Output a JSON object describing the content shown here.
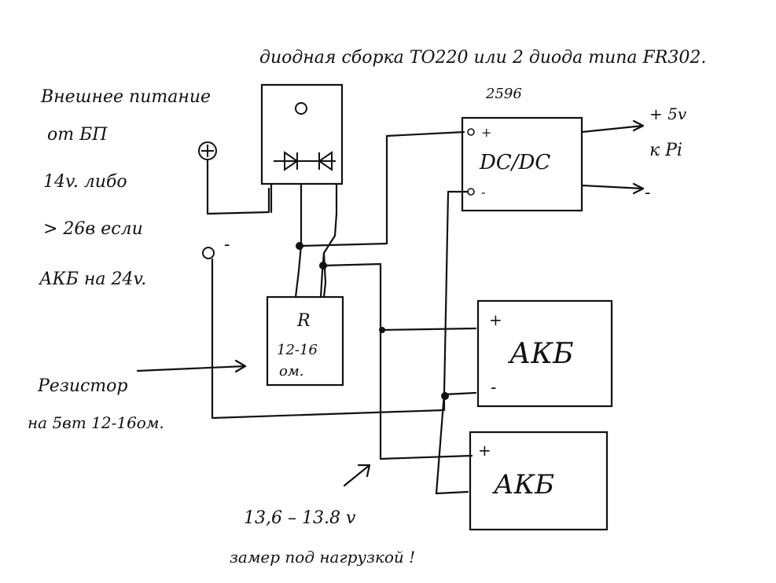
{
  "header_note": "диодная сборка TO220 или 2 диода типа FR302.",
  "power_note": {
    "lines": [
      "Внешнее питание",
      "от БП",
      "14v. либо",
      "> 26в если",
      "АКБ на 24v."
    ]
  },
  "terminals": {
    "plus_symbol": "⊕",
    "minus_symbol": "-"
  },
  "converter": {
    "chip_label": "2596",
    "label": "DC/DC",
    "in_plus": "+",
    "in_minus": "-",
    "out_plus_text": "+ 5v",
    "out_to_text": "к Pi",
    "out_minus_text": "-"
  },
  "resistor": {
    "label": "R",
    "value": "12-16",
    "unit": "ом."
  },
  "resistor_note": {
    "line1": "Резистор",
    "line2": "на 5вт 12-16ом."
  },
  "battery1": {
    "label": "АКБ",
    "plus": "+",
    "minus": "-"
  },
  "battery2": {
    "label": "АКБ",
    "plus": "+"
  },
  "voltage_note": {
    "value": "13,6 – 13.8 v",
    "caption": "замер под нагрузкой !"
  }
}
